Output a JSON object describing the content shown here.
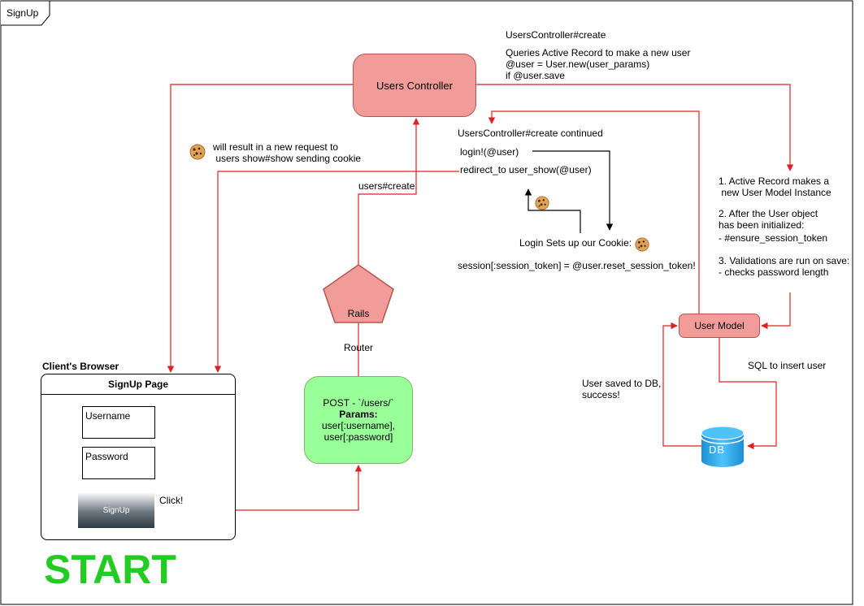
{
  "page": {
    "tab_label": "SignUp",
    "start_label": "START"
  },
  "nodes": {
    "users_controller": "Users Controller",
    "user_model": "User Model",
    "rails_router": [
      "Rails",
      "Router"
    ],
    "post_request": {
      "line1": "POST - `/users/`",
      "line2": "Params:",
      "line3": "user[:username],",
      "line4": "user[:password]"
    },
    "db": "DB"
  },
  "browser": {
    "title": "Client's Browser",
    "page_header": "SignUp Page",
    "username_field": "Username",
    "password_field": "Password",
    "signup_button": "SignUp",
    "click_note": "Click!"
  },
  "labels": {
    "controller_create": {
      "title": "UsersController#create",
      "line1": "Queries Active Record to make a new user",
      "line2": "@user = User.new(user_params)",
      "line3": "if @user.save"
    },
    "continued": {
      "title": "UsersController#create continued",
      "login": "login!(@user)",
      "redirect": "redirect_to user_show(@user)"
    },
    "cookie_request": {
      "line1": "will result in a new request to",
      "line2": " users show#show sending cookie"
    },
    "users_create": "users#create",
    "login_cookie": "Login Sets up our Cookie:",
    "session_token": "session[:session_token] = @user.reset_session_token!",
    "model_steps": {
      "line1": "1. Active Record makes a",
      "line2": " new User Model Instance",
      "line3": "2. After the User object",
      "line4": "has been initialized:",
      "line5": "- #ensure_session_token",
      "line6": "3. Validations are run on save:",
      "line7": "- checks password length"
    },
    "sql_insert": "SQL to insert user",
    "saved_db": {
      "line1": "User saved to DB,",
      "line2": "success!"
    }
  },
  "colors": {
    "arrow_red": "#e02020",
    "node_red_fill": "#f19c99",
    "node_red_stroke": "#b85450",
    "post_fill": "#99ff99",
    "start_green": "#22cc22",
    "db_blue": "#1ba1e2"
  }
}
